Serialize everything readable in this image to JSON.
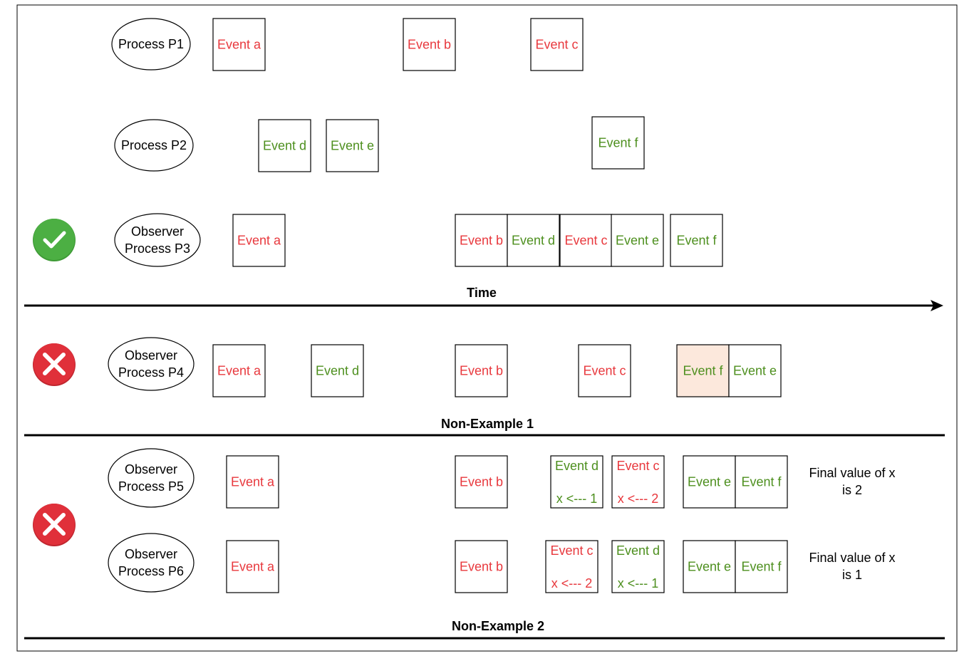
{
  "colors": {
    "red": "#e8383d",
    "green": "#4d8f1e",
    "line": "#000000",
    "highlight_fill": "#fce8dc",
    "check_fill": "#4caf43",
    "cross_fill": "#e0303a"
  },
  "processes": [
    {
      "id": "p1",
      "lines": [
        "Process P1"
      ]
    },
    {
      "id": "p2",
      "lines": [
        "Process P2"
      ]
    },
    {
      "id": "p3",
      "lines": [
        "Observer",
        "Process P3"
      ]
    },
    {
      "id": "p4",
      "lines": [
        "Observer",
        "Process P4"
      ]
    },
    {
      "id": "p5",
      "lines": [
        "Observer",
        "Process P5"
      ]
    },
    {
      "id": "p6",
      "lines": [
        "Observer",
        "Process P6"
      ]
    }
  ],
  "events": [
    {
      "row": "p1",
      "lines": [
        "Event a"
      ],
      "color": "red"
    },
    {
      "row": "p1",
      "lines": [
        "Event b"
      ],
      "color": "red"
    },
    {
      "row": "p1",
      "lines": [
        "Event c"
      ],
      "color": "red"
    },
    {
      "row": "p2",
      "lines": [
        "Event d"
      ],
      "color": "green"
    },
    {
      "row": "p2",
      "lines": [
        "Event e"
      ],
      "color": "green"
    },
    {
      "row": "p2",
      "lines": [
        "Event f"
      ],
      "color": "green"
    },
    {
      "row": "p3",
      "lines": [
        "Event a"
      ],
      "color": "red"
    },
    {
      "row": "p3",
      "lines": [
        "Event b"
      ],
      "color": "red"
    },
    {
      "row": "p3",
      "lines": [
        "Event d"
      ],
      "color": "green"
    },
    {
      "row": "p3",
      "lines": [
        "Event c"
      ],
      "color": "red"
    },
    {
      "row": "p3",
      "lines": [
        "Event e"
      ],
      "color": "green"
    },
    {
      "row": "p3",
      "lines": [
        "Event f"
      ],
      "color": "green"
    },
    {
      "row": "p4",
      "lines": [
        "Event a"
      ],
      "color": "red"
    },
    {
      "row": "p4",
      "lines": [
        "Event d"
      ],
      "color": "green"
    },
    {
      "row": "p4",
      "lines": [
        "Event b"
      ],
      "color": "red"
    },
    {
      "row": "p4",
      "lines": [
        "Event c"
      ],
      "color": "red"
    },
    {
      "row": "p4",
      "lines": [
        "Event f"
      ],
      "color": "green",
      "highlight": true
    },
    {
      "row": "p4",
      "lines": [
        "Event e"
      ],
      "color": "green"
    },
    {
      "row": "p5",
      "lines": [
        "Event a"
      ],
      "color": "red"
    },
    {
      "row": "p5",
      "lines": [
        "Event b"
      ],
      "color": "red"
    },
    {
      "row": "p5",
      "lines": [
        "Event d",
        "x <--- 1"
      ],
      "color": "green"
    },
    {
      "row": "p5",
      "lines": [
        "Event c",
        "x <--- 2"
      ],
      "color": "red"
    },
    {
      "row": "p5",
      "lines": [
        "Event e"
      ],
      "color": "green"
    },
    {
      "row": "p5",
      "lines": [
        "Event f"
      ],
      "color": "green"
    },
    {
      "row": "p6",
      "lines": [
        "Event a"
      ],
      "color": "red"
    },
    {
      "row": "p6",
      "lines": [
        "Event b"
      ],
      "color": "red"
    },
    {
      "row": "p6",
      "lines": [
        "Event c",
        "x <--- 2"
      ],
      "color": "red"
    },
    {
      "row": "p6",
      "lines": [
        "Event d",
        "x <--- 1"
      ],
      "color": "green"
    },
    {
      "row": "p6",
      "lines": [
        "Event e"
      ],
      "color": "green"
    },
    {
      "row": "p6",
      "lines": [
        "Event f"
      ],
      "color": "green"
    }
  ],
  "notes": [
    {
      "row": "p5",
      "lines": [
        "Final value of x",
        "is 2"
      ]
    },
    {
      "row": "p6",
      "lines": [
        "Final value of x",
        "is 1"
      ]
    }
  ],
  "labels": {
    "time": "Time",
    "non_example_1": "Non-Example 1",
    "non_example_2": "Non-Example 2"
  },
  "status_icons": [
    {
      "id": "check",
      "kind": "check"
    },
    {
      "id": "cross1",
      "kind": "cross"
    },
    {
      "id": "cross2",
      "kind": "cross"
    }
  ]
}
